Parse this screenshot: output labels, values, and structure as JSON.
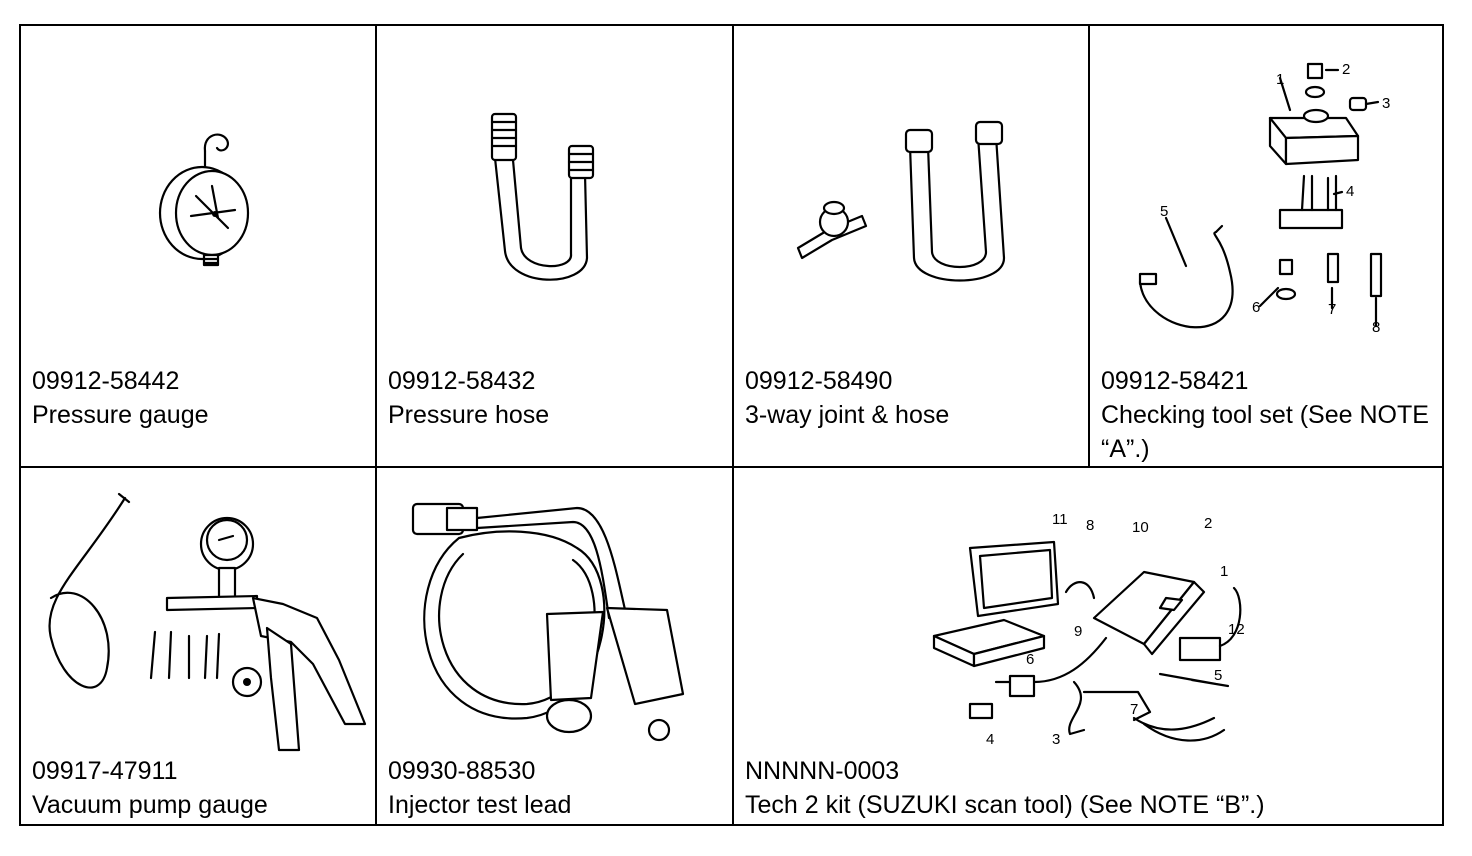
{
  "tools": [
    {
      "number": "09912-58442",
      "description": "Pressure gauge"
    },
    {
      "number": "09912-58432",
      "description": "Pressure hose"
    },
    {
      "number": "09912-58490",
      "description": "3-way joint & hose"
    },
    {
      "number": "09912-58421",
      "description": "Checking tool set (See NOTE “A”.)",
      "parts": [
        "1",
        "2",
        "3",
        "4",
        "5",
        "6",
        "7",
        "8"
      ]
    },
    {
      "number": "09917-47911",
      "description": "Vacuum pump gauge"
    },
    {
      "number": "09930-88530",
      "description": "Injector test lead"
    },
    {
      "number": "NNNNN-0003",
      "description": "Tech 2 kit (SUZUKI scan tool) (See NOTE “B”.)",
      "parts": [
        "1",
        "2",
        "3",
        "4",
        "5",
        "6",
        "7",
        "8",
        "9",
        "10",
        "11",
        "12"
      ]
    }
  ]
}
